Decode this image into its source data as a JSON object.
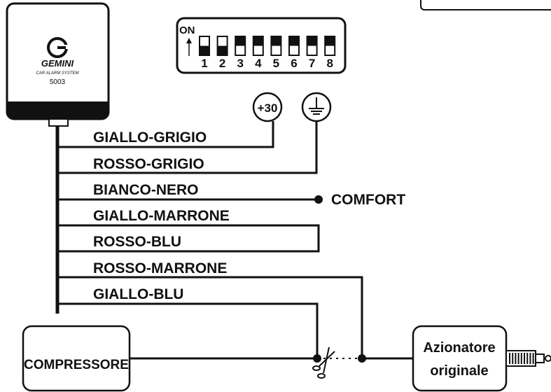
{
  "device": {
    "brand": "GEMINI",
    "tagline": "CAR ALARM SYSTEM",
    "model": "5003"
  },
  "dip_switch": {
    "on_label": "ON",
    "positions": [
      {
        "number": "1",
        "on": true
      },
      {
        "number": "2",
        "on": true
      },
      {
        "number": "3",
        "on": false
      },
      {
        "number": "4",
        "on": false
      },
      {
        "number": "5",
        "on": false
      },
      {
        "number": "6",
        "on": false
      },
      {
        "number": "7",
        "on": false
      },
      {
        "number": "8",
        "on": false
      }
    ]
  },
  "terminals": {
    "positive": "+30",
    "ground": "ground-symbol-icon"
  },
  "wires": [
    {
      "label": "GIALLO-GRIGIO"
    },
    {
      "label": "ROSSO-GRIGIO"
    },
    {
      "label": "BIANCO-NERO"
    },
    {
      "label": "GIALLO-MARRONE"
    },
    {
      "label": "ROSSO-BLU"
    },
    {
      "label": "ROSSO-MARRONE"
    },
    {
      "label": "GIALLO-BLU"
    }
  ],
  "comfort_label": "COMFORT",
  "compressor_label": "COMPRESSORE",
  "actuator": {
    "line1": "Azionatore",
    "line2": "originale"
  },
  "cut_icon": "scissors-icon"
}
